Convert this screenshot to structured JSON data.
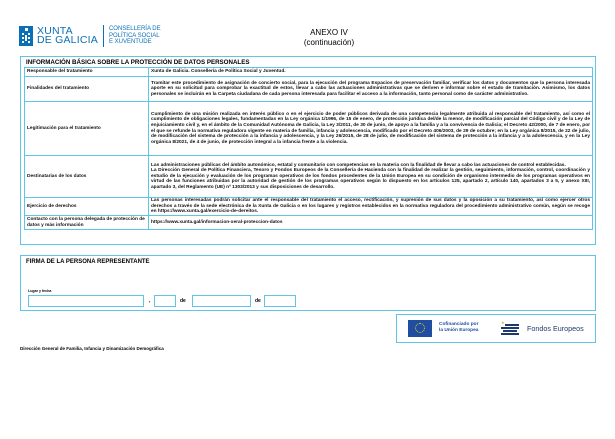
{
  "header": {
    "logo": {
      "line1": "XUNTA",
      "line2": "DE GALICIA",
      "dept_line1": "CONSELLERÍA DE",
      "dept_line2": "POLÍTICA SOCIAL",
      "dept_line3": "E XUVENTUDE"
    },
    "annex_title": "ANEXO IV",
    "annex_subtitle": "(continuación)"
  },
  "data_protection": {
    "title": "INFORMACIÓN BÁSICA SOBRE LA PROTECCIÓN DE DATOS PERSONALES",
    "rows": [
      {
        "label": "Responsable del tratamiento",
        "value": "Xunta de Galicia. Consellería de Política Social y Juventud."
      },
      {
        "label": "Finalidades del tratamiento",
        "value": "Tramitar este procedimiento de asignación de concierto social, para la ejecución del programa Espacios de preservación familiar, verificar los datos y documentos que la persona interesada aporte en su solicitud para comprobar la exactitud de estos, llevar a cabo las actuaciones administrativas que se deriven e informar sobre el estado de tramitación. Asimismo, los datos personales se incluirán en la Carpeta ciudadana de cada persona interesada para facilitar el acceso a la información, tanto personal como de carácter administrativo."
      },
      {
        "label": "Legitimación para el tratamiento",
        "value": "Cumplimiento de una misión realizada en interés público o en el ejercicio de poder públicos derivada de una competencia legalmente atribuida al responsable del tratamiento, así como el cumplimiento de obligaciones legales, fundamentadas en la Ley orgánica 1/1996, de 15 de enero, de protección jurídica del/de la menor, de modificación parcial del Código civil y de la Ley de enjuiciamiento civil y, en el ámbito de la Comunidad Autónoma de Galicia, la Ley 3/2011, de 30 de junio, de apoyo a la familia y a la convivencia de Galicia; el Decreto 42/2000, de 7 de enero, por el que se refunde la normativa reguladora vigente en materia de familia, infancia y adolescencia, modificado por el Decreto 406/2003, de 29 de octubre; en la Ley orgánica 8/2015, de 22 de julio, de modificación del sistema de protección a la infancia y adolescencia, y la Ley 26/2015, de 28 de julio, de modificación del sistema de protección a la infancia y a la adolescencia, y en la Ley orgánica 8/2021, de 4 de junio, de protección integral a la infancia frente a la violencia."
      },
      {
        "label": "Destinatarias de los datos",
        "value": "Las administraciones públicas del ámbito autonómico, estatal y comunitario con competencias en la materia con la finalidad de llevar a cabo las actuaciones de control establecidas.",
        "value2": "La Dirección General de Política Financiera, Tesoro y Fondos Europeos de la Consellería de Hacienda con la finalidad de realizar la gestión, seguimiento, información, control, coordinación y estudio de la ejecución y evaluación de los programas operativos de los fondos procedentes de la Unión Europea en su condición de organismo intermedio de los programas operativos en virtud de las funciones atribuidas por la autoridad de gestión de los programas operativos según lo dispuesto en los artículos 125, apartado 2, artículo 140, apartados 3 a 5, y anexo XIII, apartado 3, del Reglamento (UE) nº 1303/2013 y sus disposiciones de desarrollo."
      },
      {
        "label": "Ejercicio de derechos",
        "value": "Las personas interesadas podrán solicitar ante el responsable del tratamiento el acceso, rectificación, y supresión de sus datos y la oposición a su tratamiento, así como ejercer otros derechos a través de la sede electrónica de la Xunta de Galicia o en los lugares y registros establecidos en la normativa reguladora del procedimiento administrativo común, según se recoge en https://www.xunta.gal/exercicio-de-dereitos."
      },
      {
        "label": "Contacto con la persona delegada de protección de datos y más información",
        "value": "https://www.xunta.gal/informacion-xeral-proteccion-datos"
      }
    ]
  },
  "signature": {
    "title": "FIRMA DE LA PERSONA REPRESENTANTE",
    "place_date_label": "Lugar y fecha",
    "place_value": "",
    "day_value": "",
    "month_value": "",
    "year_value": "",
    "sep_comma": ",",
    "sep_de1": "de",
    "sep_de2": "de"
  },
  "funding": {
    "cofinanced_line1": "Cofinanciado por",
    "cofinanced_line2": "la Unión Europea",
    "funds_label": "Fondos Europeos",
    "eu_blue": "#1f4da1"
  },
  "footer": {
    "department": "Dirección General de Familia, Infancia y Dinamización Demográfica"
  },
  "colors": {
    "border": "#5fc4e6",
    "brand": "#0b6fb5"
  }
}
